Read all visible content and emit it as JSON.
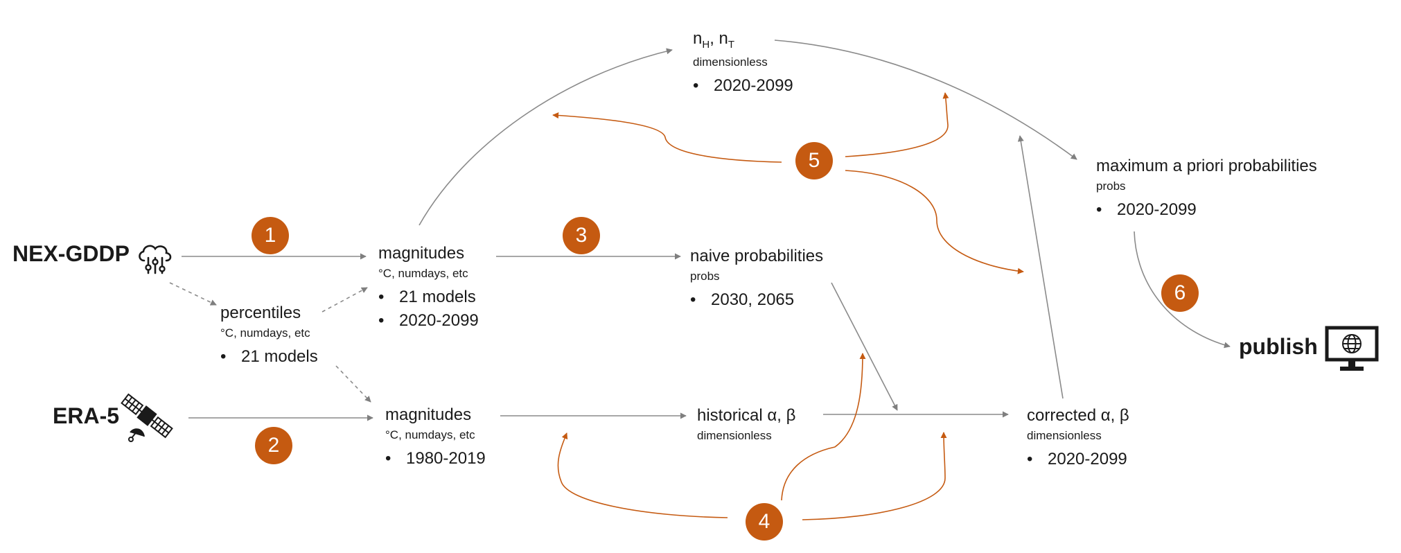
{
  "sources": {
    "nex_gddp": "NEX-GDDP",
    "era5": "ERA-5"
  },
  "publish": "publish",
  "nodes": {
    "magnitudes_future": {
      "title": "magnitudes",
      "unit": "°C, numdays, etc",
      "items": [
        "21 models",
        "2020-2099"
      ]
    },
    "percentiles": {
      "title": "percentiles",
      "unit": "°C, numdays, etc",
      "items": [
        "21 models"
      ]
    },
    "magnitudes_hist": {
      "title": "magnitudes",
      "unit": "°C, numdays, etc",
      "items": [
        "1980-2019"
      ]
    },
    "n_values": {
      "title_main": "n",
      "sub_h": "H",
      "sep": ", n",
      "sub_t": "T",
      "unit": "dimensionless",
      "items": [
        "2020-2099"
      ]
    },
    "naive": {
      "title": "naive probabilities",
      "unit": "probs",
      "items": [
        "2030, 2065"
      ]
    },
    "historical": {
      "title": "historical α, β",
      "unit": "dimensionless"
    },
    "corrected": {
      "title": "corrected α, β",
      "unit": "dimensionless",
      "items": [
        "2020-2099"
      ]
    },
    "map": {
      "title": "maximum a priori probabilities",
      "unit": "probs",
      "items": [
        "2020-2099"
      ]
    }
  },
  "steps": [
    "1",
    "2",
    "3",
    "4",
    "5",
    "6"
  ],
  "icons": {
    "nex_gddp": "cloud-sliders-icon",
    "era5": "satellite-icon",
    "publish": "monitor-globe-icon"
  },
  "colors": {
    "accent": "#c55a11",
    "arrow_gray": "#7f7f7f",
    "text": "#1a1a1a"
  }
}
